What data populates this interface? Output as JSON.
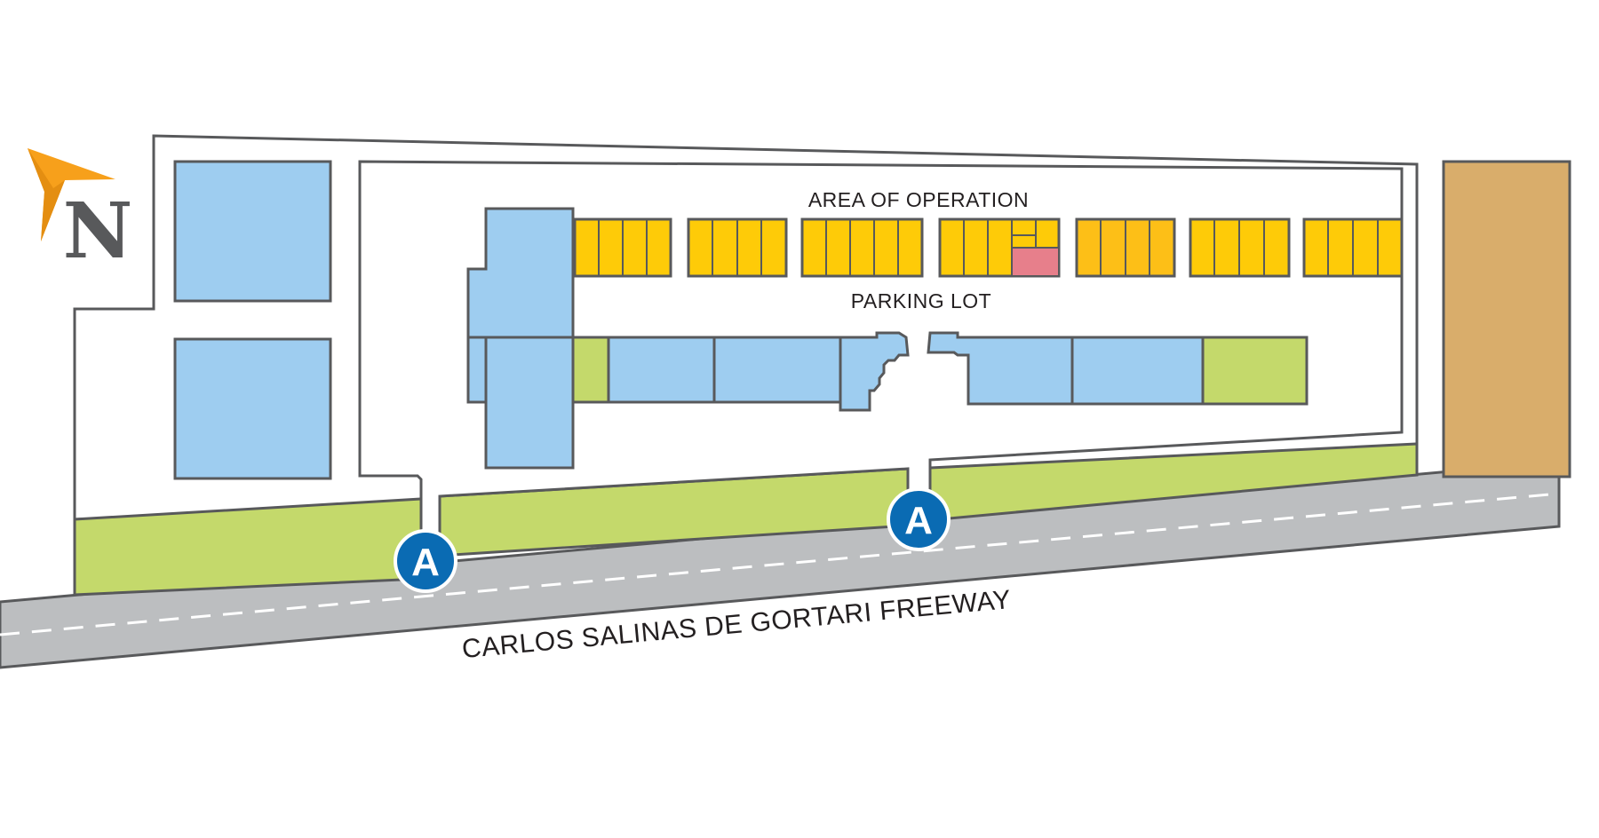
{
  "labels": {
    "area_of_operation": "AREA OF OPERATION",
    "parking_lot": "PARKING LOT",
    "road_name": "CARLOS SALINAS DE GORTARI FREEWAY"
  },
  "north_indicator": {
    "letter": "N",
    "icon": "north-arrow-icon",
    "arrow_color": "#f7a01b",
    "letter_color": "#58595b"
  },
  "access_markers": [
    {
      "letter": "A"
    },
    {
      "letter": "A"
    }
  ],
  "colors": {
    "building": "#9ecdf0",
    "operation_area": "#fecb08",
    "highlight_unit": "#e77f8b",
    "green_area": "#c4d96b",
    "neighbor_lot": "#d9ad6b",
    "road": "#bcbec0",
    "outline": "#58595b",
    "marker": "#0a6bb3"
  }
}
